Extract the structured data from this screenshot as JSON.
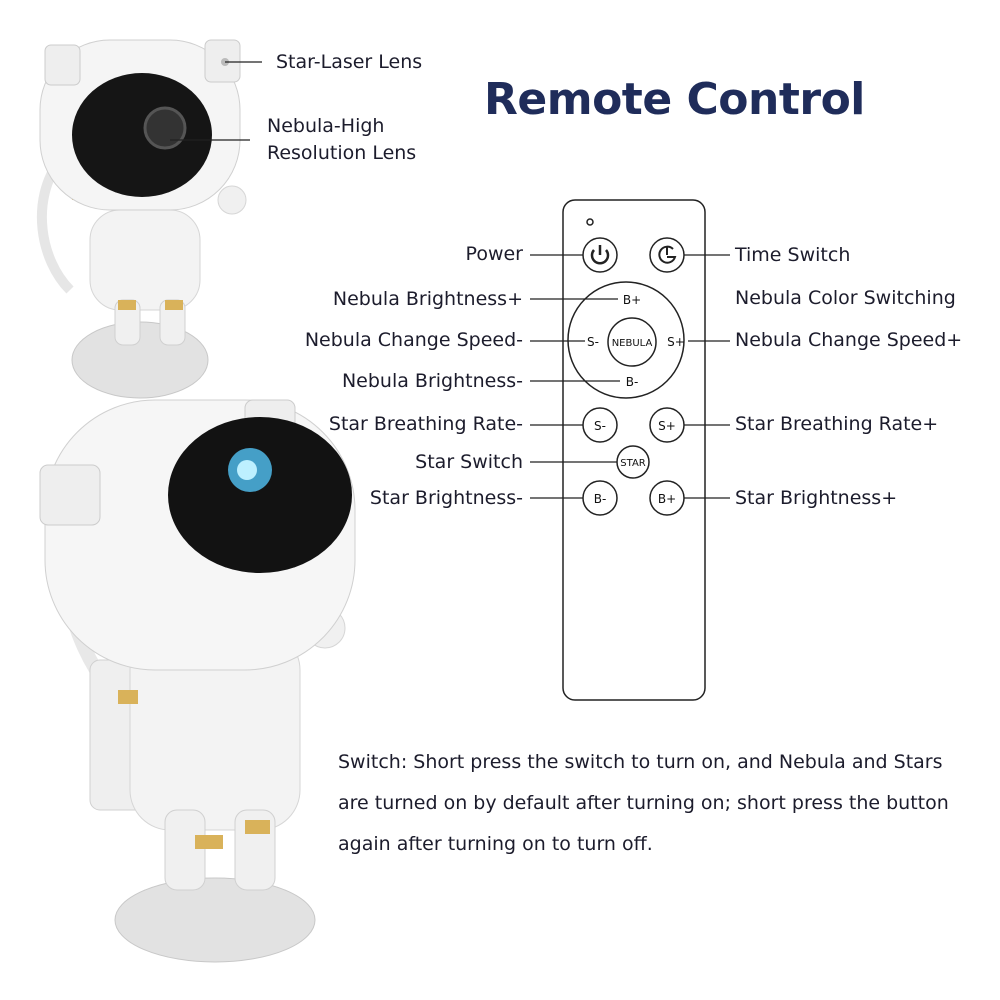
{
  "title": "Remote Control",
  "lens_labels": {
    "star_laser": "Star-Laser Lens",
    "nebula_line1": "Nebula-High",
    "nebula_line2": "Resolution Lens"
  },
  "left_labels": {
    "power": "Power",
    "nebula_brightness_up": "Nebula Brightness+",
    "nebula_speed_down": "Nebula Change Speed-",
    "nebula_brightness_down": "Nebula Brightness-",
    "star_breathing_down": "Star Breathing Rate-",
    "star_switch": "Star Switch",
    "star_brightness_down": "Star Brightness-"
  },
  "right_labels": {
    "time_switch": "Time Switch",
    "nebula_color": "Nebula Color Switching",
    "nebula_speed_up": "Nebula Change Speed+",
    "star_breathing_up": "Star Breathing Rate+",
    "star_brightness_up": "Star Brightness+"
  },
  "remote_buttons": {
    "b_plus": "B+",
    "s_minus": "S-",
    "nebula": "NEBULA",
    "s_plus": "S+",
    "b_minus": "B-",
    "star_s_minus": "S-",
    "star_s_plus": "S+",
    "star": "STAR",
    "star_b_minus": "B-",
    "star_b_plus": "B+"
  },
  "note": {
    "line1": "Switch: Short press the switch to turn on, and Nebula and Stars",
    "line2": "are turned on by default after turning on; short press the button",
    "line3": "again after turning on to turn off."
  },
  "colors": {
    "title": "#1f2c5a",
    "text": "#1c1c2c"
  }
}
